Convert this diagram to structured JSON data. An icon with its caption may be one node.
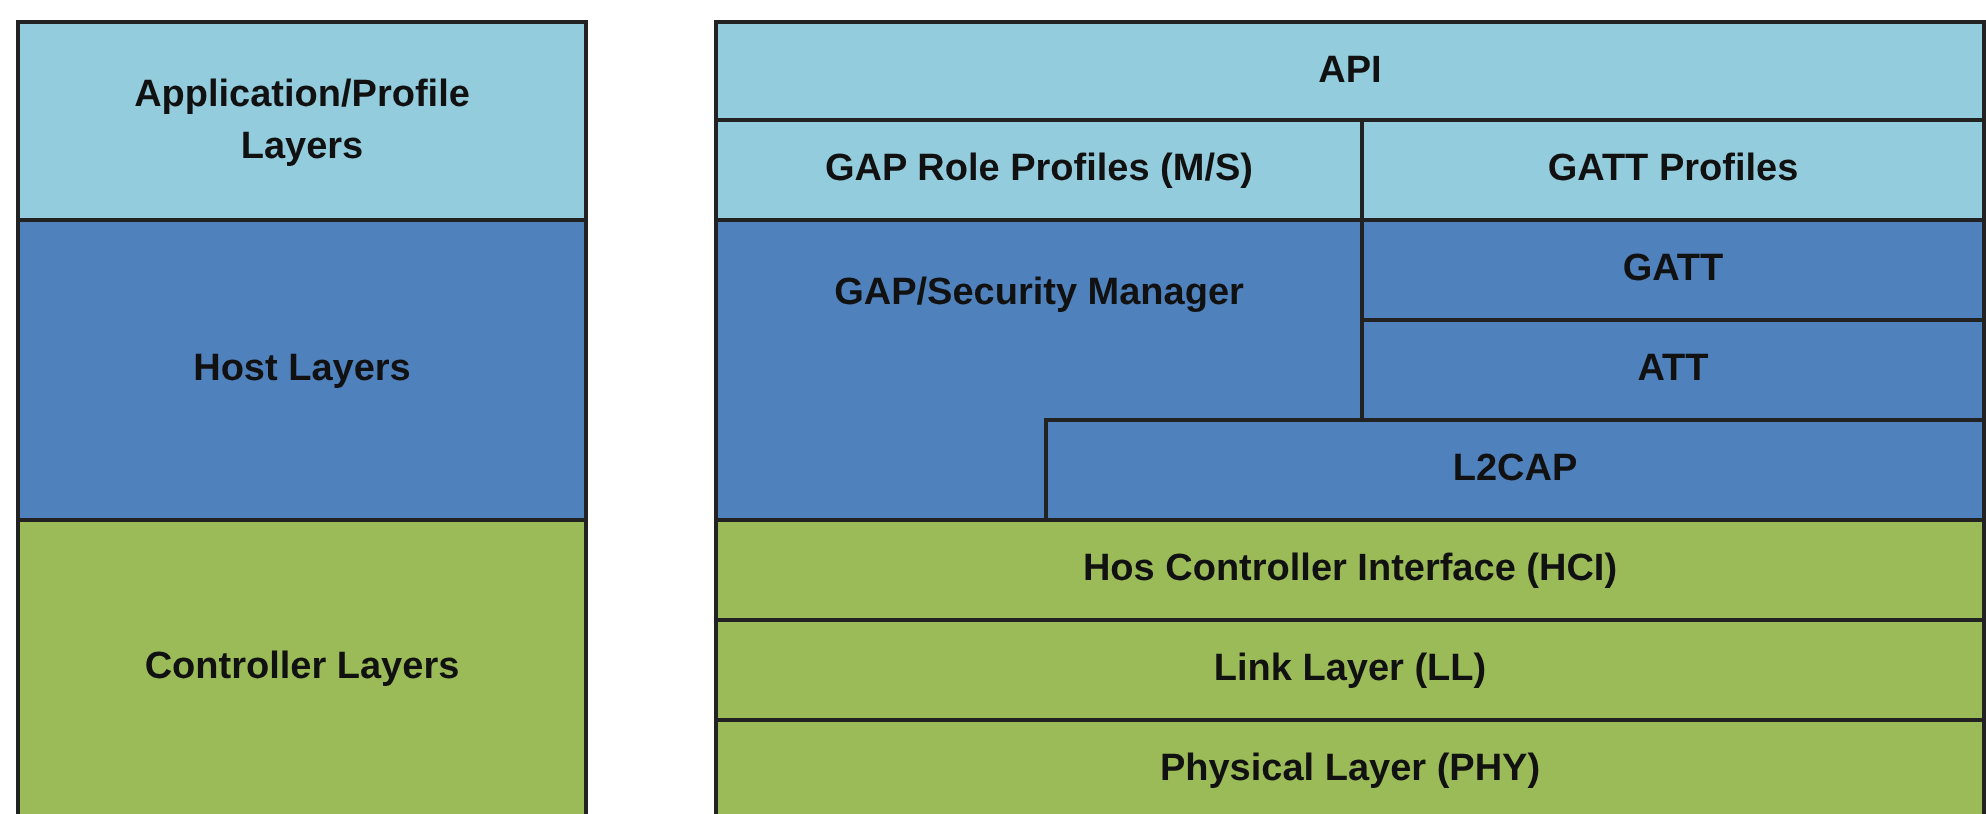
{
  "diagram": {
    "nodes": [
      {
        "text": [
          "Application/Profile Layers"
        ]
      },
      {
        "text": [
          "Host Layers"
        ]
      },
      {
        "text": [
          "Controller Layers"
        ]
      },
      {
        "text": [
          "API"
        ]
      },
      {
        "text": [
          "GAP Role Profiles (M/S)"
        ]
      },
      {
        "text": [
          "GATT Profiles"
        ]
      },
      {
        "text": [
          "GAP/Security Manager"
        ]
      },
      {
        "text": [
          "GATT"
        ]
      },
      {
        "text": [
          "ATT"
        ]
      },
      {
        "text": [
          "L2CAP"
        ]
      },
      {
        "text": [
          "Hos Controller Interface (HCI)"
        ]
      },
      {
        "text": [
          "Link Layer (LL)"
        ]
      },
      {
        "text": [
          "Physical Layer (PHY)"
        ]
      }
    ]
  }
}
